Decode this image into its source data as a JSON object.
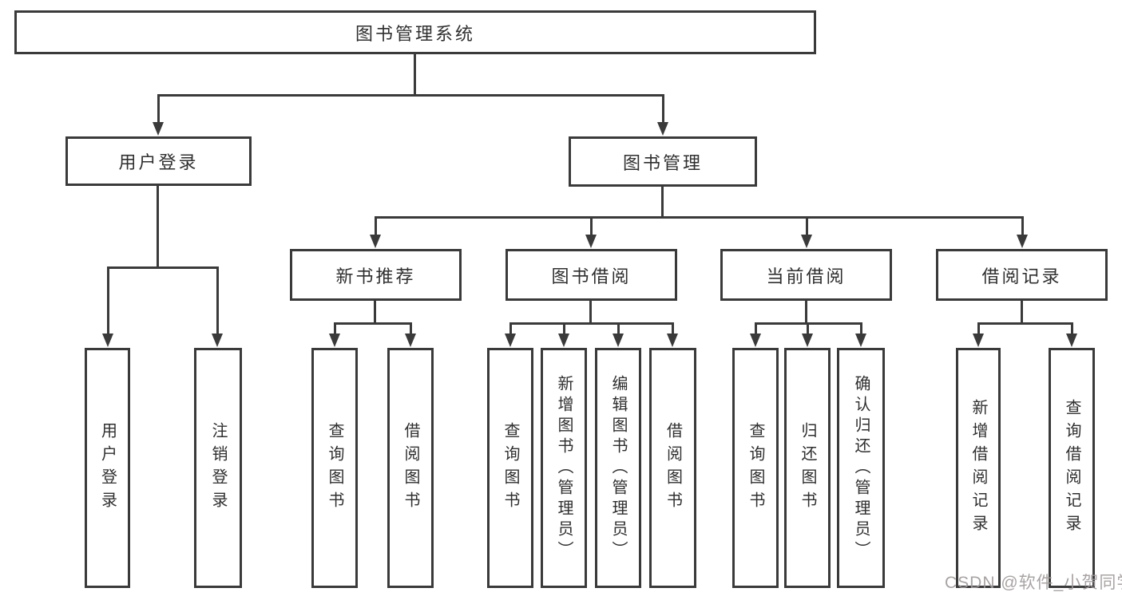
{
  "diagram": {
    "title": "图书管理系统",
    "nodes": {
      "root": "图书管理系统",
      "user_login": "用户登录",
      "book_mgmt": "图书管理",
      "new_book_rec": "新书推荐",
      "book_borrow": "图书借阅",
      "current_borrow": "当前借阅",
      "borrow_record": "借阅记录",
      "leaf_user_login": "用户登录",
      "leaf_logout": "注销登录",
      "leaf_query_book_1": "查询图书",
      "leaf_borrow_book_1": "借阅图书",
      "leaf_query_book_2": "查询图书",
      "leaf_add_book": "新增图书（管理员）",
      "leaf_edit_book": "编辑图书（管理员）",
      "leaf_borrow_book_2": "借阅图书",
      "leaf_query_book_3": "查询图书",
      "leaf_return_book": "归还图书",
      "leaf_confirm_return": "确认归还（管理员）",
      "leaf_add_record": "新增借阅记录",
      "leaf_query_record": "查询借阅记录"
    },
    "style": {
      "line_color": "#3a3a3a",
      "text_color": "#2f2f2f",
      "background": "#ffffff"
    }
  },
  "watermark": {
    "text": "CSDN @软件_小贺同学",
    "color": "#a09a9a"
  }
}
